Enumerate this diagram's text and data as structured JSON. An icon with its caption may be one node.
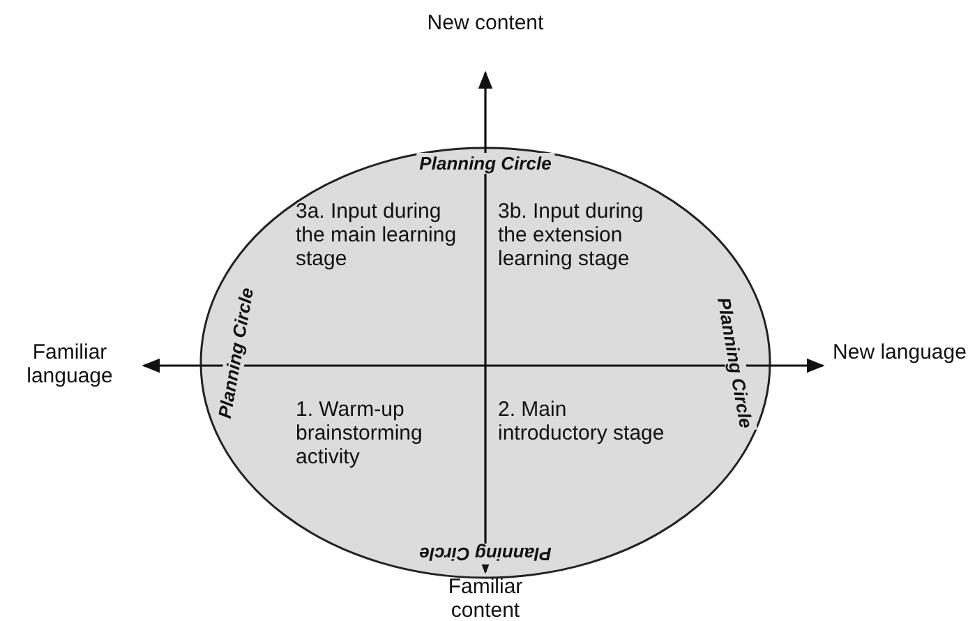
{
  "diagram": {
    "nodes": [
      {
        "text": [
          "Planning Circle",
          "Planning Circle",
          "Planning Circle",
          "Planning Circle",
          "3a. Input during the main learning stage",
          "3b. Input during the extension learning stage",
          "1. Warm-up brainstorming activity",
          "2. Main introductory stage"
        ]
      }
    ],
    "edges": [],
    "labels": [
      "New content",
      "Familiar language",
      "New language",
      "Familiar content"
    ]
  }
}
